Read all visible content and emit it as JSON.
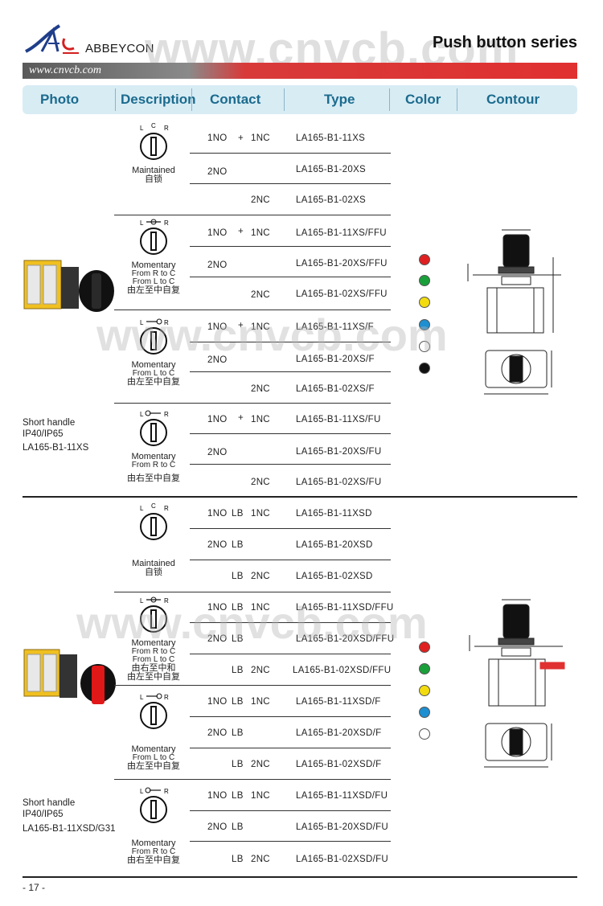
{
  "header": {
    "brand": "ABBEYCON",
    "title": "Push button series",
    "url": "www.cnvcb.com",
    "watermark": "www.cnvcb.com"
  },
  "columns": [
    "Photo",
    "Description",
    "Contact",
    "Type",
    "Color",
    "Contour"
  ],
  "groups": [
    {
      "photo_label": [
        "Short handle",
        "IP40/IP65",
        "LA165-B1-11XS"
      ],
      "sections": [
        {
          "desc": [
            "Maintained",
            "自锁"
          ],
          "rows": [
            {
              "c1": "1NO",
              "mid": "+",
              "c2": "1NC",
              "type": "LA165-B1-11XS"
            },
            {
              "c1": "2NO",
              "mid": "",
              "c2": "",
              "type": "LA165-B1-20XS"
            },
            {
              "c1": "",
              "mid": "",
              "c2": "2NC",
              "type": "LA165-B1-02XS"
            }
          ]
        },
        {
          "desc": [
            "Momentary",
            "From R to C",
            "From L to C",
            "由左至中自复"
          ],
          "rows": [
            {
              "c1": "1NO",
              "mid": "+",
              "c2": "1NC",
              "type": "LA165-B1-11XS/FFU"
            },
            {
              "c1": "2NO",
              "mid": "",
              "c2": "",
              "type": "LA165-B1-20XS/FFU"
            },
            {
              "c1": "",
              "mid": "",
              "c2": "2NC",
              "type": "LA165-B1-02XS/FFU"
            }
          ]
        },
        {
          "desc": [
            "Momentary",
            "From L to C",
            "由左至中自复"
          ],
          "rows": [
            {
              "c1": "1NO",
              "mid": "+",
              "c2": "1NC",
              "type": "LA165-B1-11XS/F"
            },
            {
              "c1": "2NO",
              "mid": "",
              "c2": "",
              "type": "LA165-B1-20XS/F"
            },
            {
              "c1": "",
              "mid": "",
              "c2": "2NC",
              "type": "LA165-B1-02XS/F"
            }
          ]
        },
        {
          "desc": [
            "Momentary",
            "From R to C",
            "由右至中自复"
          ],
          "rows": [
            {
              "c1": "1NO",
              "mid": "+",
              "c2": "1NC",
              "type": "LA165-B1-11XS/FU"
            },
            {
              "c1": "2NO",
              "mid": "",
              "c2": "",
              "type": "LA165-B1-20XS/FU"
            },
            {
              "c1": "",
              "mid": "",
              "c2": "2NC",
              "type": "LA165-B1-02XS/FU"
            }
          ]
        }
      ],
      "colors": [
        "#e02020",
        "#1aa03a",
        "#f2dc10",
        "#1e8fd0",
        "#ffffff",
        "#111111"
      ]
    },
    {
      "photo_label": [
        "Short handle",
        "IP40/IP65",
        "LA165-B1-11XSD/G31"
      ],
      "sections": [
        {
          "desc": [
            "Maintained",
            "自锁"
          ],
          "rows": [
            {
              "c1": "1NO",
              "mid": "LB",
              "c2": "1NC",
              "type": "LA165-B1-11XSD"
            },
            {
              "c1": "2NO",
              "mid": "LB",
              "c2": "",
              "type": "LA165-B1-20XSD"
            },
            {
              "c1": "",
              "mid": "LB",
              "c2": "2NC",
              "type": "LA165-B1-02XSD"
            }
          ]
        },
        {
          "desc": [
            "Momentary",
            "From R to C",
            "From L to C",
            "由右至中和",
            "由左至中自复"
          ],
          "rows": [
            {
              "c1": "1NO",
              "mid": "LB",
              "c2": "1NC",
              "type": "LA165-B1-11XSD/FFU"
            },
            {
              "c1": "2NO",
              "mid": "LB",
              "c2": "",
              "type": "LA165-B1-20XSD/FFU"
            },
            {
              "c1": "",
              "mid": "LB",
              "c2": "2NC",
              "type": "LA165-B1-02XSD/FFU"
            }
          ]
        },
        {
          "desc": [
            "Momentary",
            "From L to C",
            "由左至中自复"
          ],
          "rows": [
            {
              "c1": "1NO",
              "mid": "LB",
              "c2": "1NC",
              "type": "LA165-B1-11XSD/F"
            },
            {
              "c1": "2NO",
              "mid": "LB",
              "c2": "",
              "type": "LA165-B1-20XSD/F"
            },
            {
              "c1": "",
              "mid": "LB",
              "c2": "2NC",
              "type": "LA165-B1-02XSD/F"
            }
          ]
        },
        {
          "desc": [
            "Momentary",
            "From R to C",
            "由右至中自复"
          ],
          "rows": [
            {
              "c1": "1NO",
              "mid": "LB",
              "c2": "1NC",
              "type": "LA165-B1-11XSD/FU"
            },
            {
              "c1": "2NO",
              "mid": "LB",
              "c2": "",
              "type": "LA165-B1-20XSD/FU"
            },
            {
              "c1": "",
              "mid": "LB",
              "c2": "2NC",
              "type": "LA165-B1-02XSD/FU"
            }
          ]
        }
      ],
      "colors": [
        "#e02020",
        "#1aa03a",
        "#f2dc10",
        "#1e8fd0",
        "#ffffff"
      ]
    }
  ],
  "footer": {
    "page": "- 17 -"
  }
}
